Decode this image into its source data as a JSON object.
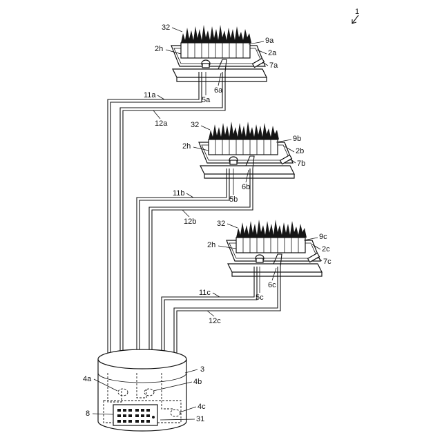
{
  "figure": {
    "ref_main": "1",
    "units": [
      {
        "id": "a",
        "plants": "32",
        "tank_side": "2h",
        "cover": "9a",
        "tray": "2a",
        "side": "7a",
        "pump": "6a",
        "float": "5a",
        "pipe_in": "11a",
        "pipe_out": "12a"
      },
      {
        "id": "b",
        "plants": "32",
        "tank_side": "2h",
        "cover": "9b",
        "tray": "2b",
        "side": "7b",
        "pump": "6b",
        "float": "5b",
        "pipe_in": "11b",
        "pipe_out": "12b"
      },
      {
        "id": "c",
        "plants": "32",
        "tank_side": "2h",
        "cover": "9c",
        "tray": "2c",
        "side": "7c",
        "pump": "6c",
        "float": "5c",
        "pipe_in": "11c",
        "pipe_out": "12c"
      }
    ],
    "reservoir": {
      "ref_tank": "3",
      "ref_4a": "4a",
      "ref_4b": "4b",
      "ref_4c": "4c",
      "ref_controller": "8",
      "ref_31": "31"
    }
  }
}
